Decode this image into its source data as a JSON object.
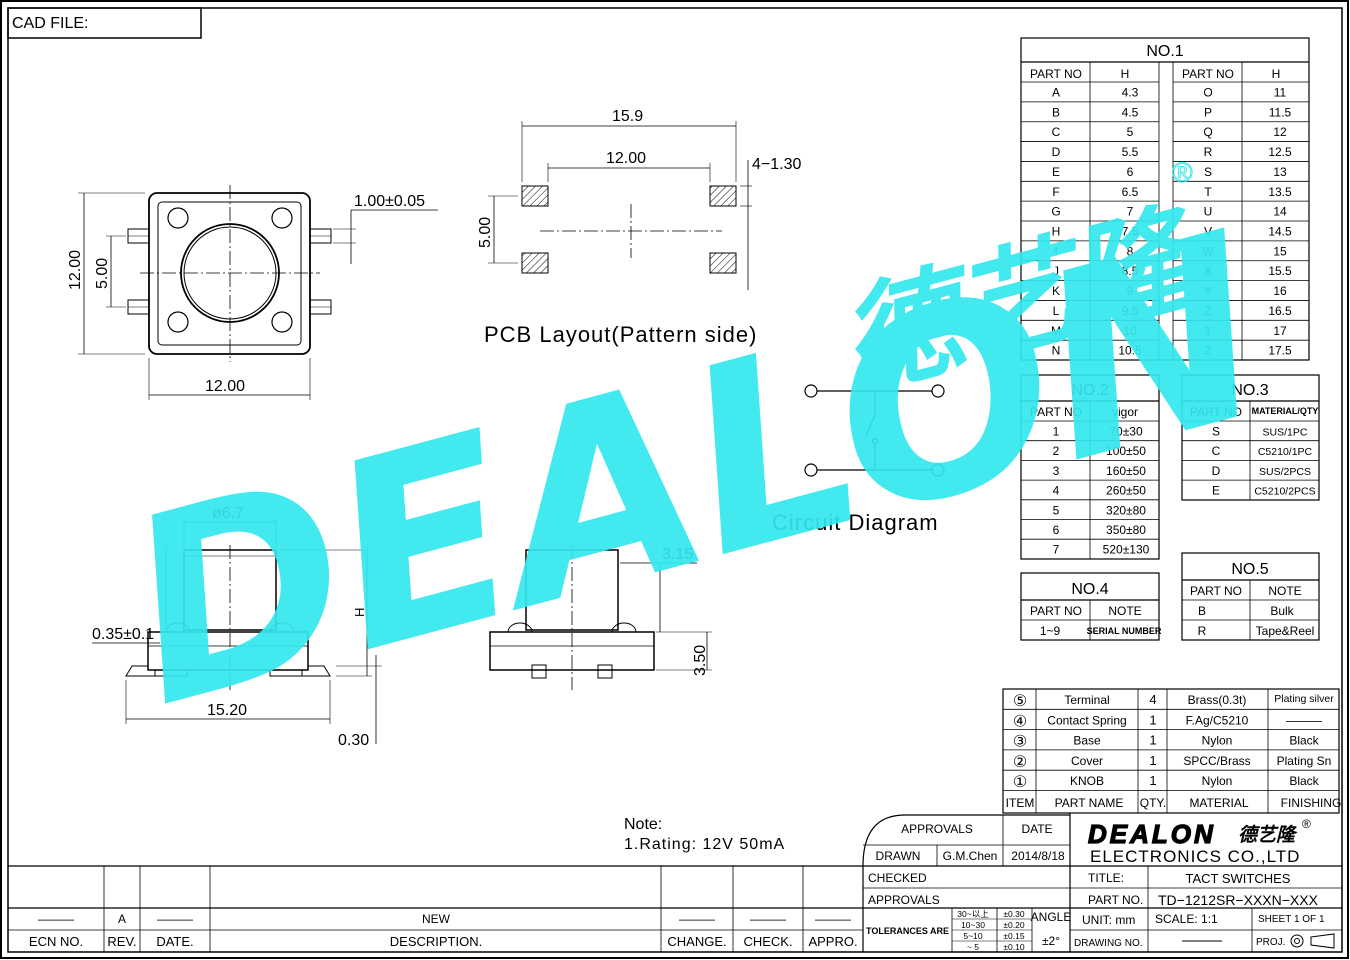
{
  "cad_file_label": "CAD FILE:",
  "watermark": {
    "brand": "DEALON",
    "cn": "德艺隆",
    "reg": "®",
    "color": "#33e8ee"
  },
  "dims": {
    "top_12_v": "12.00",
    "top_5_v": "5.00",
    "top_12_h": "12.00",
    "lead_w": "1.00±0.05",
    "pcb_159": "15.9",
    "pcb_12": "12.00",
    "pcb_pad": "4−1.30",
    "pcb_5": "5.00",
    "knob_dia": "ø6.7",
    "h_label": "H",
    "base_035": "0.35±0.1",
    "base_1520": "15.20",
    "base_030": "0.30",
    "side_315": "3.15",
    "side_350": "3.50"
  },
  "labels": {
    "pcb": "PCB Layout(Pattern side)",
    "circuit": "Circuit Diagram",
    "note_title": "Note:",
    "note_rating": "1.Rating: 12V 50mA"
  },
  "no1": {
    "title": "NO.1",
    "headers": [
      "PART NO",
      "H",
      "PART NO",
      "H"
    ],
    "rows": [
      [
        "A",
        "4.3",
        "O",
        "11"
      ],
      [
        "B",
        "4.5",
        "P",
        "11.5"
      ],
      [
        "C",
        "5",
        "Q",
        "12"
      ],
      [
        "D",
        "5.5",
        "R",
        "12.5"
      ],
      [
        "E",
        "6",
        "S",
        "13"
      ],
      [
        "F",
        "6.5",
        "T",
        "13.5"
      ],
      [
        "G",
        "7",
        "U",
        "14"
      ],
      [
        "H",
        "7.5",
        "V",
        "14.5"
      ],
      [
        "I",
        "8",
        "W",
        "15"
      ],
      [
        "J",
        "8.5",
        "X",
        "15.5"
      ],
      [
        "K",
        "9",
        "Y",
        "16"
      ],
      [
        "L",
        "9.5",
        "Z",
        "16.5"
      ],
      [
        "M",
        "10",
        "1",
        "17"
      ],
      [
        "N",
        "10.5",
        "2",
        "17.5"
      ]
    ]
  },
  "no2": {
    "title": "NO.2",
    "headers": [
      "PART NO",
      "vigor"
    ],
    "rows": [
      [
        "1",
        "70±30"
      ],
      [
        "2",
        "100±50"
      ],
      [
        "3",
        "160±50"
      ],
      [
        "4",
        "260±50"
      ],
      [
        "5",
        "320±80"
      ],
      [
        "6",
        "350±80"
      ],
      [
        "7",
        "520±130"
      ]
    ]
  },
  "no3": {
    "title": "NO.3",
    "headers": [
      "PART NO",
      "MATERIAL/QTY"
    ],
    "rows": [
      [
        "S",
        "SUS/1PC"
      ],
      [
        "C",
        "C5210/1PC"
      ],
      [
        "D",
        "SUS/2PCS"
      ],
      [
        "E",
        "C5210/2PCS"
      ]
    ]
  },
  "no4": {
    "title": "NO.4",
    "headers": [
      "PART NO",
      "NOTE"
    ],
    "rows": [
      [
        "1~9",
        "SERIAL NUMBER"
      ]
    ]
  },
  "no5": {
    "title": "NO.5",
    "headers": [
      "PART NO",
      "NOTE"
    ],
    "rows": [
      [
        "B",
        "Bulk"
      ],
      [
        "R",
        "Tape&Reel"
      ]
    ]
  },
  "bom": {
    "rows": [
      [
        "⑤",
        "Terminal",
        "4",
        "Brass(0.3t)",
        "Plating silver"
      ],
      [
        "④",
        "Contact Spring",
        "1",
        "F.Ag/C5210",
        "———"
      ],
      [
        "③",
        "Base",
        "1",
        "Nylon",
        "Black"
      ],
      [
        "②",
        "Cover",
        "1",
        "SPCC/Brass",
        "Plating Sn"
      ],
      [
        "①",
        "KNOB",
        "1",
        "Nylon",
        "Black"
      ]
    ],
    "headers": [
      "ITEM",
      "PART NAME",
      "QTY.",
      "MATERIAL",
      "FINISHING"
    ]
  },
  "title_block": {
    "approvals": "APPROVALS",
    "date": "DATE",
    "drawn": "DRAWN",
    "drawn_by": "G.M.Chen",
    "drawn_date": "2014/8/18",
    "checked": "CHECKED",
    "approvals2": "APPROVALS",
    "tolerances": "TOLERANCES ARE",
    "tol_ranges": [
      "30~以上",
      "10~30",
      "5~10",
      "~ 5"
    ],
    "tol_values": [
      "±0.30",
      "±0.20",
      "±0.15",
      "±0.10"
    ],
    "angle": "ANGLE",
    "angle_val": "±2°",
    "logo_brand": "DEALON",
    "logo_cn": "德艺隆",
    "logo_reg": "®",
    "company": "ELECTRONICS CO.,LTD",
    "title_label": "TITLE:",
    "title_value": "TACT SWITCHES",
    "part_no_label": "PART NO.",
    "part_no_value": "TD−1212SR−XXXN−XXX",
    "unit": "UNIT: mm",
    "scale": "SCALE:   1:1",
    "sheet": "SHEET   1 OF 1",
    "drawing_no": "DRAWING NO.",
    "proj": "PROJ."
  },
  "revision": {
    "row": [
      "———",
      "A",
      "———",
      "NEW",
      "———",
      "———",
      "———"
    ],
    "headers": [
      "ECN NO.",
      "REV.",
      "DATE.",
      "DESCRIPTION.",
      "CHANGE.",
      "CHECK.",
      "APPRO."
    ]
  }
}
